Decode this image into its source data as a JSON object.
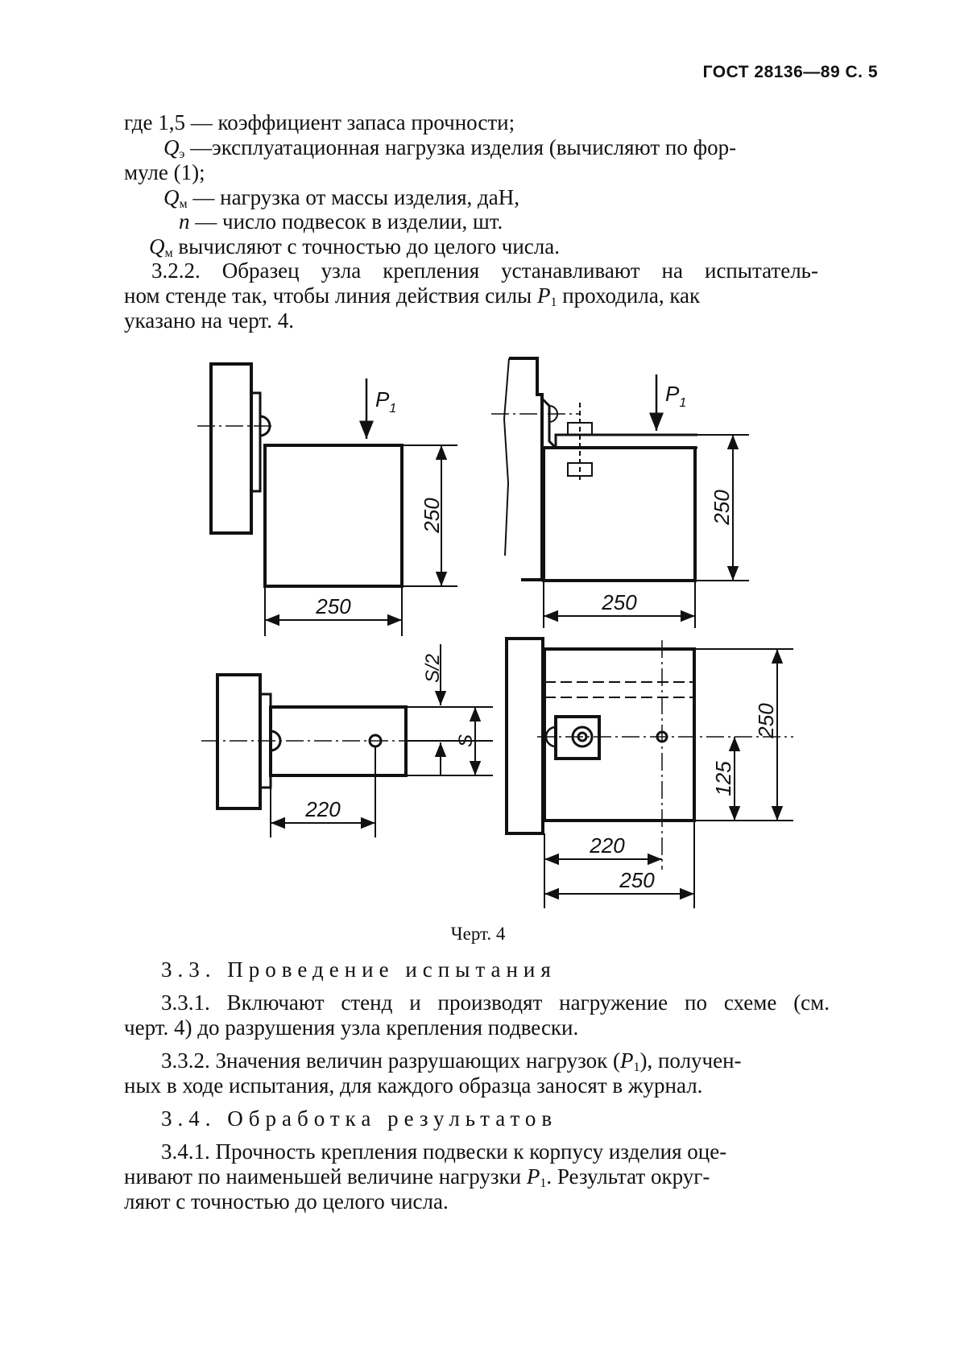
{
  "header": "ГОСТ 28136—89 С. 5",
  "legend": {
    "l1": "где  1,5 — коэффициент запаса прочности;",
    "l2_sym": "Q",
    "l2_sub": "э",
    "l2": " —эксплуатационная нагрузка изделия (вычисляют по фор-",
    "l3": "муле (1);",
    "l4_sym": "Q",
    "l4_sub": "м",
    "l4": " — нагрузка от массы изделия, даН,",
    "l5_sym": "n",
    "l5": " — число подвесок в изделии, шт.",
    "l6_sym": "Q",
    "l6_sub": "м",
    "l6": " вычисляют с точностью до целого числа."
  },
  "p322": {
    "l1": "3.2.2. Образец узла крепления устанавливают на испытатель-",
    "l2a": "ном стенде так, чтобы линия действия силы ",
    "l2_sym": "P",
    "l2_sub": "1",
    "l2b": " проходила, как",
    "l3": "указано на черт. 4."
  },
  "figure": {
    "force_label": "P",
    "force_sub": "1",
    "dims": {
      "d250": "250",
      "d220": "220",
      "d125": "125",
      "s": "S",
      "s2": "S/2"
    },
    "caption": "Черт. 4"
  },
  "s33": {
    "heading": "3.3. Проведение испытания",
    "p331_l1": "3.3.1. Включают стенд и производят нагружение по схеме (см.",
    "p331_l2": "черт. 4) до разрушения узла крепления подвески.",
    "p332_l1a": "3.3.2. Значения величин разрушающих нагрузок (",
    "p332_sym": "P",
    "p332_sub": "1",
    "p332_l1b": "), получен-",
    "p332_l2": "ных в ходе испытания, для каждого образца заносят в журнал."
  },
  "s34": {
    "heading": "3.4. Обработка результатов",
    "p341_l1": "3.4.1. Прочность крепления подвески к корпусу изделия оце-",
    "p341_l2a": "нивают по наименьшей величине нагрузки ",
    "p341_sym": "P",
    "p341_sub": "1",
    "p341_l2b": ". Результат округ-",
    "p341_l3": "ляют с точностью до целого числа."
  }
}
